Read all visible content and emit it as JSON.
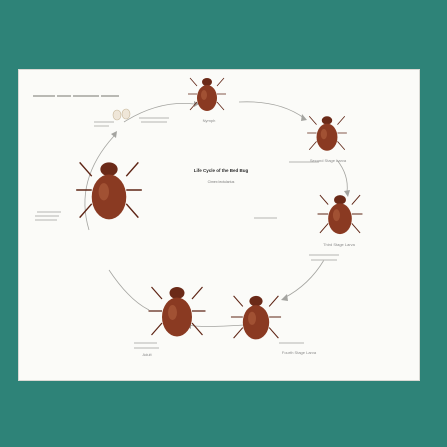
{
  "diagram": {
    "center_title": "Life Cycle of the Bed Bug",
    "center_subtitle": "Cimex lectularius",
    "stage_labels": {
      "top": "Nymph",
      "right_top": "Second Stage Larva",
      "right_middle": "Third Stage Larva",
      "right_bottom": "Fourth Stage Larva",
      "bottom_left": "Adult"
    },
    "colors": {
      "background": "#2e8378",
      "panel": "#fbfbf8",
      "bug_body": "#8a3a22",
      "bug_shade": "#5e2414",
      "arrow": "#9a9a9a"
    }
  }
}
